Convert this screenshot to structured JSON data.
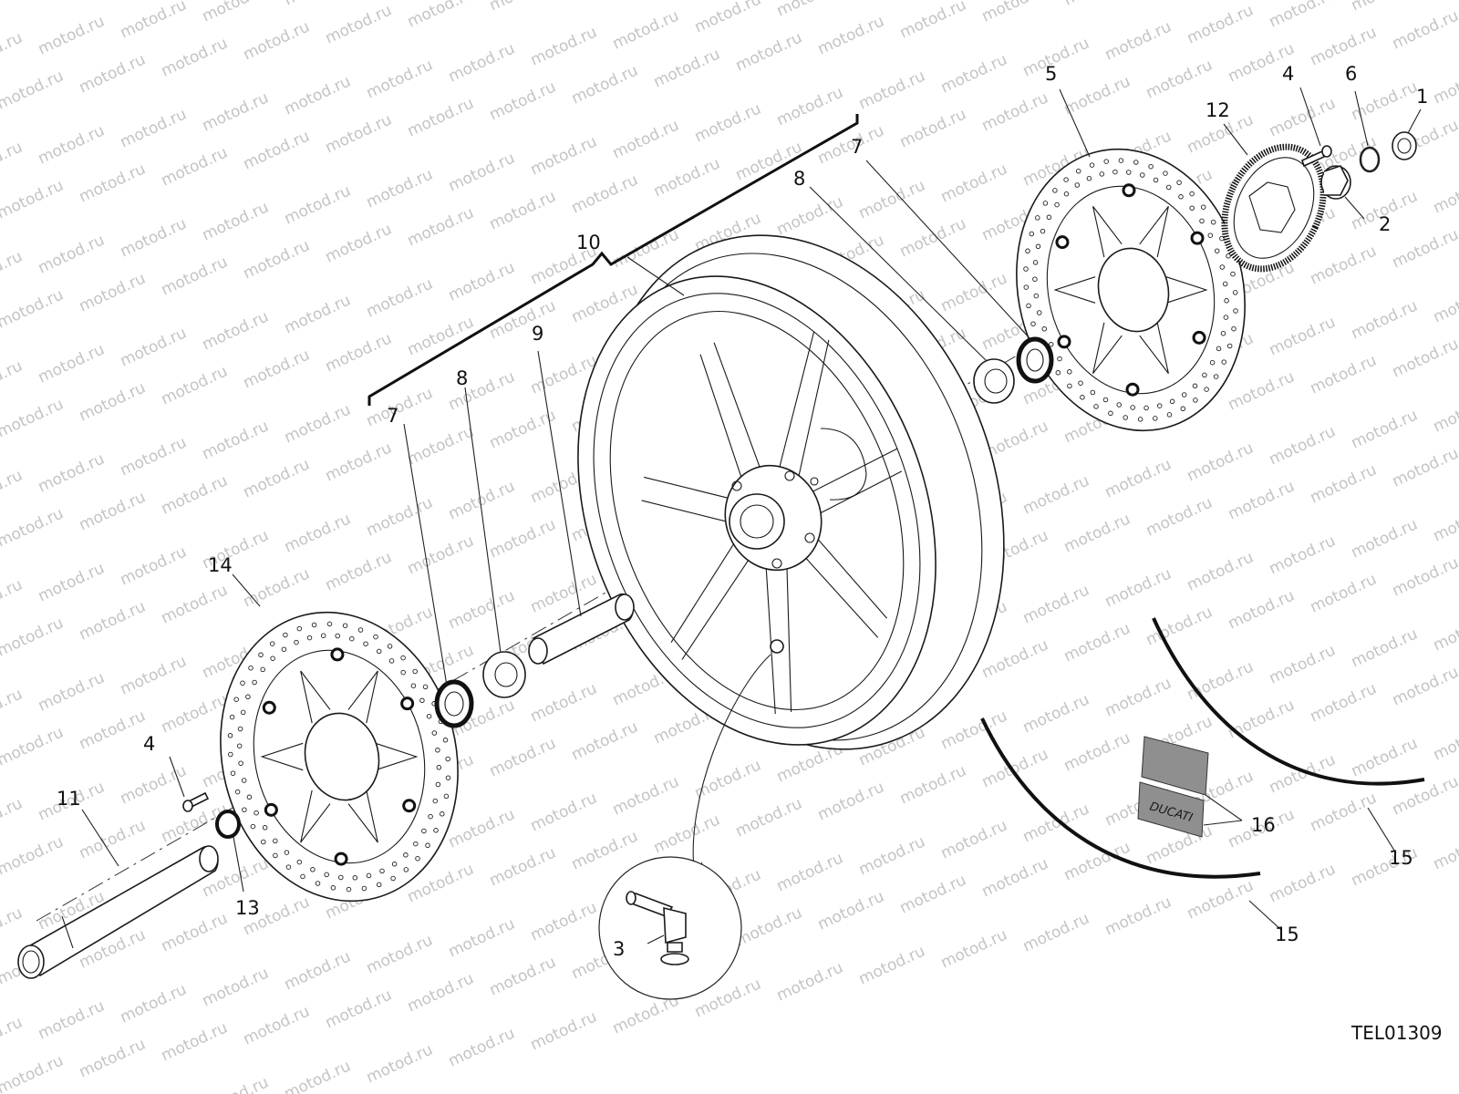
{
  "watermark": "motod.ru",
  "drawing_code": "TEL01309",
  "callouts": {
    "c1": "1",
    "c2": "2",
    "c3": "3",
    "c4a": "4",
    "c4b": "4",
    "c5": "5",
    "c6": "6",
    "c7a": "7",
    "c7b": "7",
    "c8a": "8",
    "c8b": "8",
    "c9": "9",
    "c10": "10",
    "c11": "11",
    "c12": "12",
    "c13": "13",
    "c14": "14",
    "c15a": "15",
    "c15b": "15",
    "c16": "16"
  },
  "decal_brand": "DUCATI"
}
